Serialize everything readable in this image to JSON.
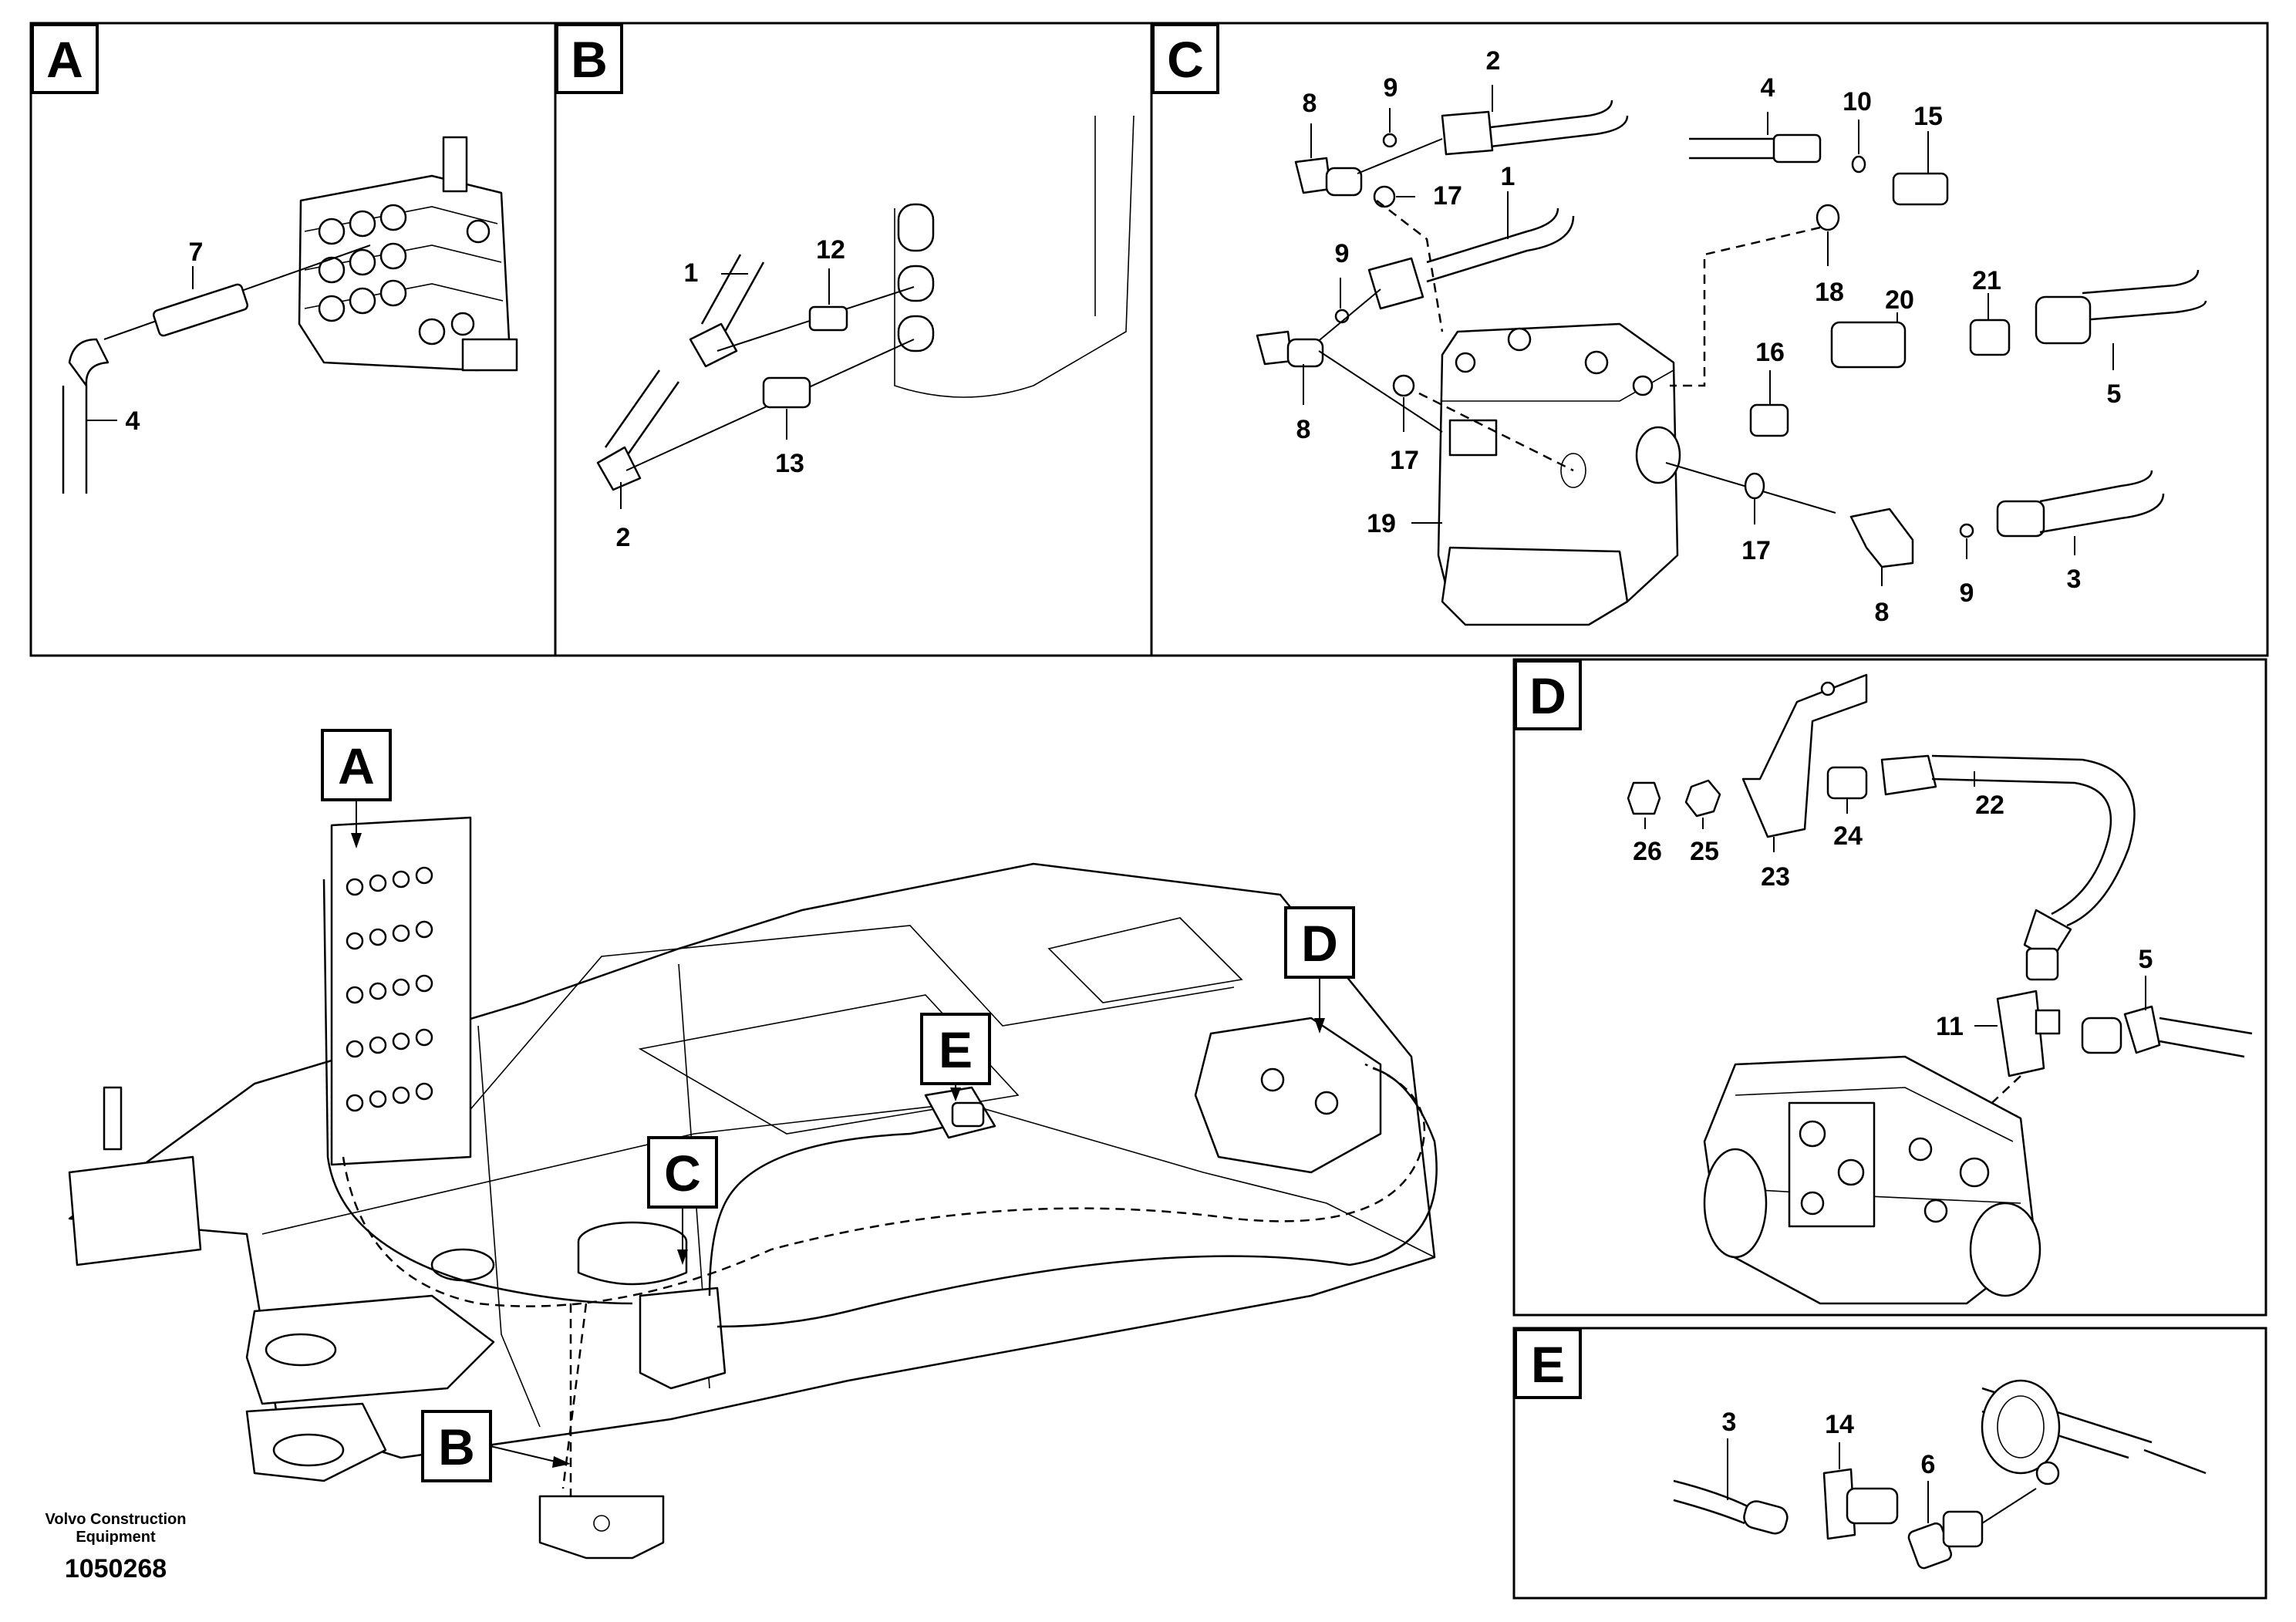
{
  "detail_labels": {
    "a": "A",
    "b": "B",
    "c": "C",
    "d": "D",
    "e": "E"
  },
  "callout_labels": {
    "a": "A",
    "b": "B",
    "c": "C",
    "d": "D",
    "e": "E"
  },
  "parts_a": {
    "p7": "7",
    "p4": "4"
  },
  "parts_b": {
    "p1": "1",
    "p12": "12",
    "p13": "13",
    "p2": "2"
  },
  "parts_c": {
    "p8_top": "8",
    "p9_top": "9",
    "p2": "2",
    "p17_top": "17",
    "p1": "1",
    "p9_mid": "9",
    "p8_mid": "8",
    "p17_mid": "17",
    "p19": "19",
    "p4": "4",
    "p10": "10",
    "p15": "15",
    "p18": "18",
    "p20": "20",
    "p21": "21",
    "p16": "16",
    "p5": "5",
    "p17_right": "17",
    "p8_right": "8",
    "p9_right": "9",
    "p3": "3"
  },
  "parts_d": {
    "p26": "26",
    "p25": "25",
    "p24": "24",
    "p23": "23",
    "p22": "22",
    "p5": "5",
    "p11": "11"
  },
  "parts_e": {
    "p3": "3",
    "p14": "14",
    "p6": "6"
  },
  "footer": {
    "company_line1": "Volvo Construction",
    "company_line2": "Equipment",
    "drawing_number": "1050268"
  }
}
